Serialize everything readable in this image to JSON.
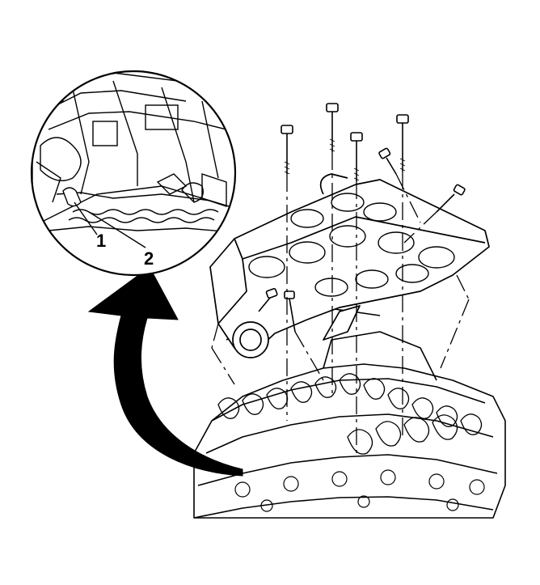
{
  "illustration": {
    "callouts": [
      {
        "id": "1",
        "label": "1"
      },
      {
        "id": "2",
        "label": "2"
      }
    ],
    "line_color": "#000000",
    "background": "#ffffff"
  }
}
